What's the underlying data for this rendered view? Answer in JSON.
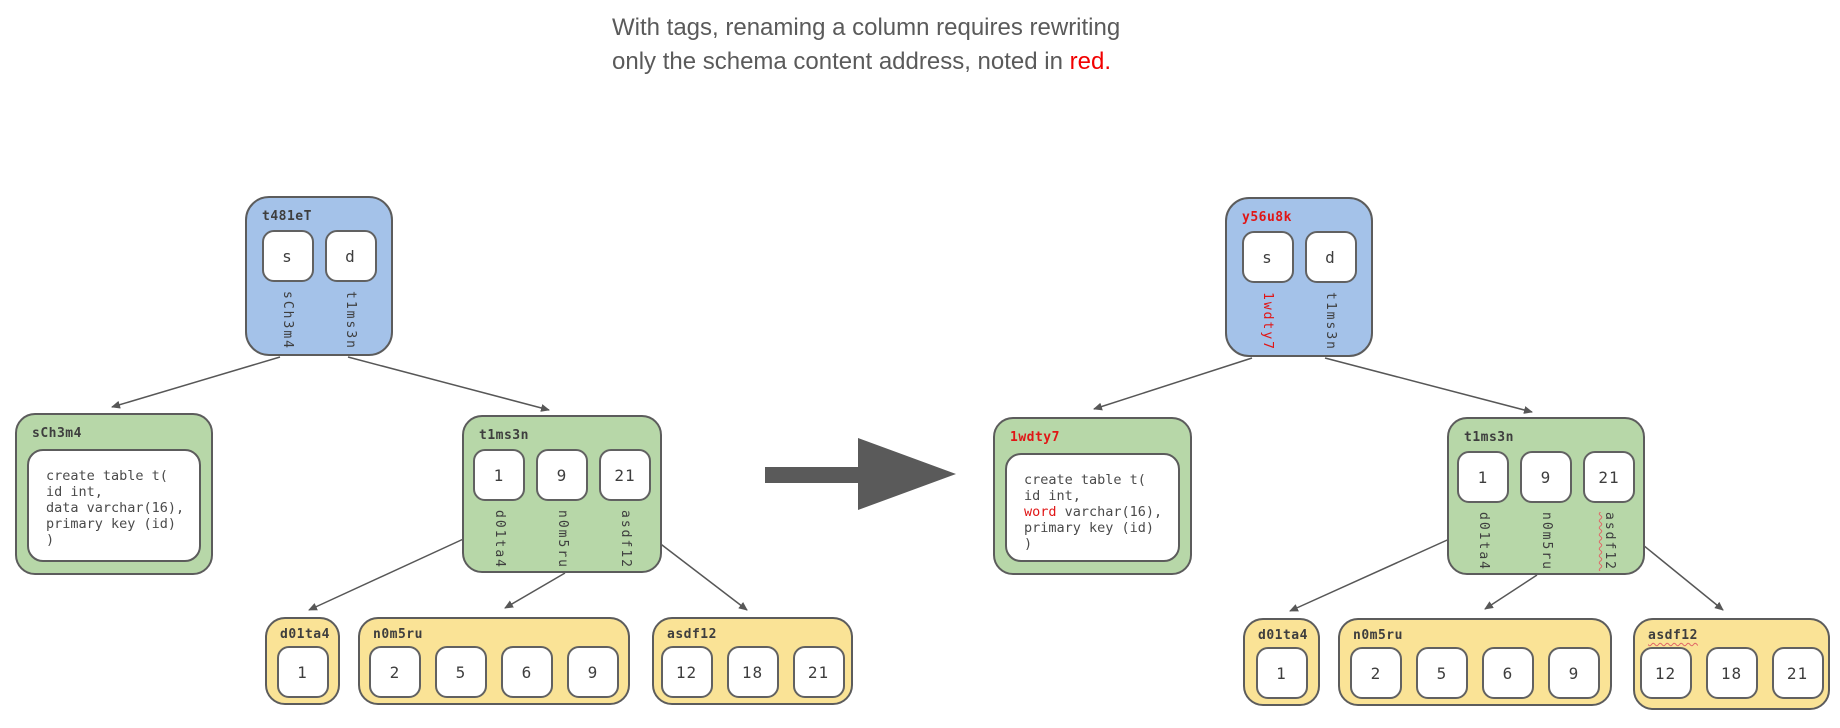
{
  "caption": {
    "line1": "With tags, renaming a column requires rewriting",
    "line2_prefix": "only the schema content address, noted in ",
    "line2_highlight": "red.",
    "line2_suffix": ""
  },
  "palette": {
    "node_blue": "#a4c2e9",
    "node_green": "#b7d7a8",
    "node_yellow": "#fae396",
    "node_border": "#5c5c5c",
    "edge_gray": "#575757",
    "text_dark": "#3e3e3e",
    "sql_text": "#4a4a4a",
    "highlight_red": "#e01616",
    "squiggle_red": "#e06666",
    "caption_gray": "#5a5a5a",
    "caption_red": "#f20000"
  },
  "left": {
    "root": {
      "label": "t481eT",
      "cells": [
        "s",
        "d"
      ],
      "refs": [
        "sCh3m4",
        "t1ms3n"
      ]
    },
    "schema": {
      "label": "sCh3m4",
      "sql": [
        "create table t(",
        "id int,",
        "data varchar(16),",
        "primary key (id)",
        ")"
      ]
    },
    "index": {
      "label": "t1ms3n",
      "cells": [
        "1",
        "9",
        "21"
      ],
      "refs": [
        "d01ta4",
        "n0m5ru",
        "asdf12"
      ]
    },
    "leaves": [
      {
        "label": "d01ta4",
        "cells": [
          "1"
        ]
      },
      {
        "label": "n0m5ru",
        "cells": [
          "2",
          "5",
          "6",
          "9"
        ]
      },
      {
        "label": "asdf12",
        "cells": [
          "12",
          "18",
          "21"
        ]
      }
    ]
  },
  "right": {
    "root": {
      "label": "y56u8k",
      "cells": [
        "s",
        "d"
      ],
      "refs": [
        "1wdty7",
        "t1ms3n"
      ]
    },
    "schema": {
      "label": "1wdty7",
      "sql_line1": "create table t(",
      "sql_line2": "id int,",
      "sql_line3_red": "word",
      "sql_line3_rest": " varchar(16),",
      "sql_line4": "primary key (id)",
      "sql_line5": ")"
    },
    "index": {
      "label": "t1ms3n",
      "cells": [
        "1",
        "9",
        "21"
      ],
      "refs": [
        "d01ta4",
        "n0m5ru",
        "asdf12"
      ]
    },
    "leaves": [
      {
        "label": "d01ta4",
        "cells": [
          "1"
        ]
      },
      {
        "label": "n0m5ru",
        "cells": [
          "2",
          "5",
          "6",
          "9"
        ]
      },
      {
        "label": "asdf12",
        "cells": [
          "12",
          "18",
          "21"
        ]
      }
    ]
  }
}
